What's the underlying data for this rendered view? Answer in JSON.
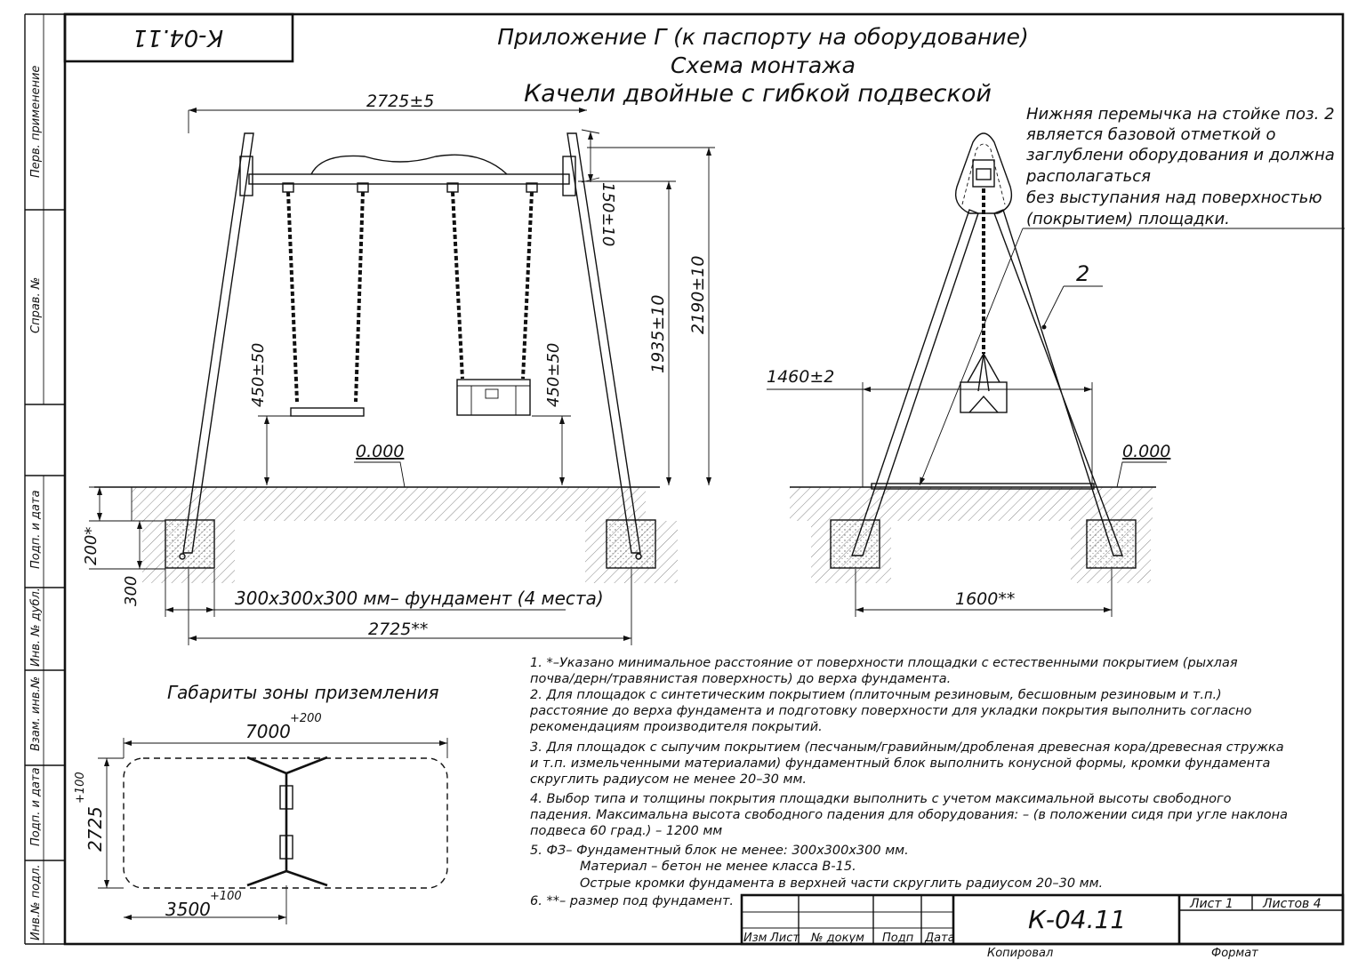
{
  "stamp": {
    "code_top": "К-04.11",
    "code_main": "К-04.11",
    "sheet_label": "Лист 1",
    "sheets_label": "Листов 4",
    "cols": [
      "Изм",
      "Лист",
      "№ докум",
      "Подп",
      "Дата"
    ],
    "copied": "Копировал",
    "format": "Формат"
  },
  "side_labels": [
    "Перв. применение",
    "Справ. №",
    "Подп. и дата",
    "Инв. № дубл.",
    "Взам. инв.№",
    "Подп. и дата",
    "Инв.№ подл."
  ],
  "title": {
    "line1": "Приложение Г (к паспорту на оборудование)",
    "line2": "Схема монтажа",
    "line3": "Качели двойные с гибкой подвеской"
  },
  "front_view": {
    "dim_top": "2725±5",
    "dim_beam": "150±10",
    "dim_1935": "1935±10",
    "dim_2190": "2190±10",
    "dim_seat_left": "450±50",
    "dim_seat_right": "450±50",
    "level": "0.000",
    "dim_200": "200*",
    "dim_300": "300",
    "foundation_note": "300х300х300 мм– фундамент (4 места)",
    "dim_bottom": "2725**"
  },
  "side_view": {
    "note_lines": [
      "Нижняя перемычка на стойке поз. 2",
      "является базовой отметкой о",
      "заглублени оборудования и должна",
      "располагаться",
      "без выступания над поверхностью",
      "(покрытием) площадки."
    ],
    "pos": "2",
    "dim_1460": "1460±2",
    "level": "0.000",
    "dim_1600": "1600**"
  },
  "zone": {
    "title": "Габариты зоны приземления",
    "dim_7000": "7000",
    "tol_7000": "+200",
    "dim_2725": "2725",
    "tol_2725": "+100",
    "dim_3500": "3500",
    "tol_3500": "+100"
  },
  "notes": [
    "1. *–Указано минимальное расстояние от поверхности площадки с естественными покрытием (рыхлая",
    "почва/дерн/травянистая поверхность) до верха фундамента.",
    "2. Для площадок с синтетическим покрытием (плиточным резиновым, бесшовным резиновым и т.п.)",
    "расстояние до верха фундамента и подготовку поверхности для укладки покрытия выполнить согласно",
    "рекомендациям производителя покрытий.",
    "3. Для площадок с сыпучим покрытием (песчаным/гравийным/дробленая древесная кора/древесная стружка",
    "и т.п. измельченными материалами) фундаментный блок выполнить конусной формы, кромки фундамента",
    "скруглить радиусом не менее 20–30 мм.",
    "4. Выбор типа и толщины покрытия площадки выполнить с учетом максимальной высоты свободного",
    "падения. Максимальна высота свободного падения для оборудования: – (в положении сидя при угле наклона",
    "подвеса 60 град.) – 1200 мм",
    "5. ФЗ– Фундаментный блок не менее: 300х300х300 мм.",
    "Материал – бетон не менее класса В-15.",
    "Острые кромки фундамента в верхней части скруглить радиусом 20–30 мм.",
    "6. **– размер под фундамент."
  ]
}
